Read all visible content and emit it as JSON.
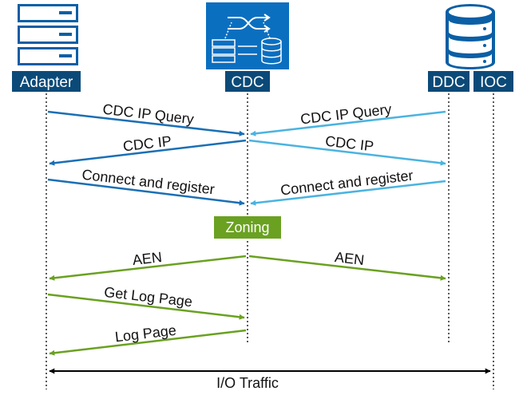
{
  "participants": {
    "adapter": {
      "label": "Adapter"
    },
    "cdc": {
      "label": "CDC"
    },
    "ddc": {
      "label": "DDC"
    },
    "ioc": {
      "label": "IOC"
    }
  },
  "messages": {
    "cdc_ip_query_left": "CDC IP Query",
    "cdc_ip_query_right": "CDC IP Query",
    "cdc_ip_left": "CDC IP",
    "cdc_ip_right": "CDC IP",
    "connect_register_left": "Connect and register",
    "connect_register_right": "Connect and register",
    "zoning": "Zoning",
    "aen_left": "AEN",
    "aen_right": "AEN",
    "get_log_page": "Get Log Page",
    "log_page": "Log Page",
    "io_traffic": "I/O Traffic"
  },
  "icons": {
    "adapter": "server-stack-icon",
    "cdc": "network-exchange-icon",
    "ddc": "database-icon"
  },
  "colors": {
    "header_bg": "#0b4a78",
    "dark_blue": "#1a6fb5",
    "light_blue": "#4ab3e0",
    "green": "#6aa121",
    "zoning_bg": "#6aa121",
    "io_line": "#000000"
  }
}
